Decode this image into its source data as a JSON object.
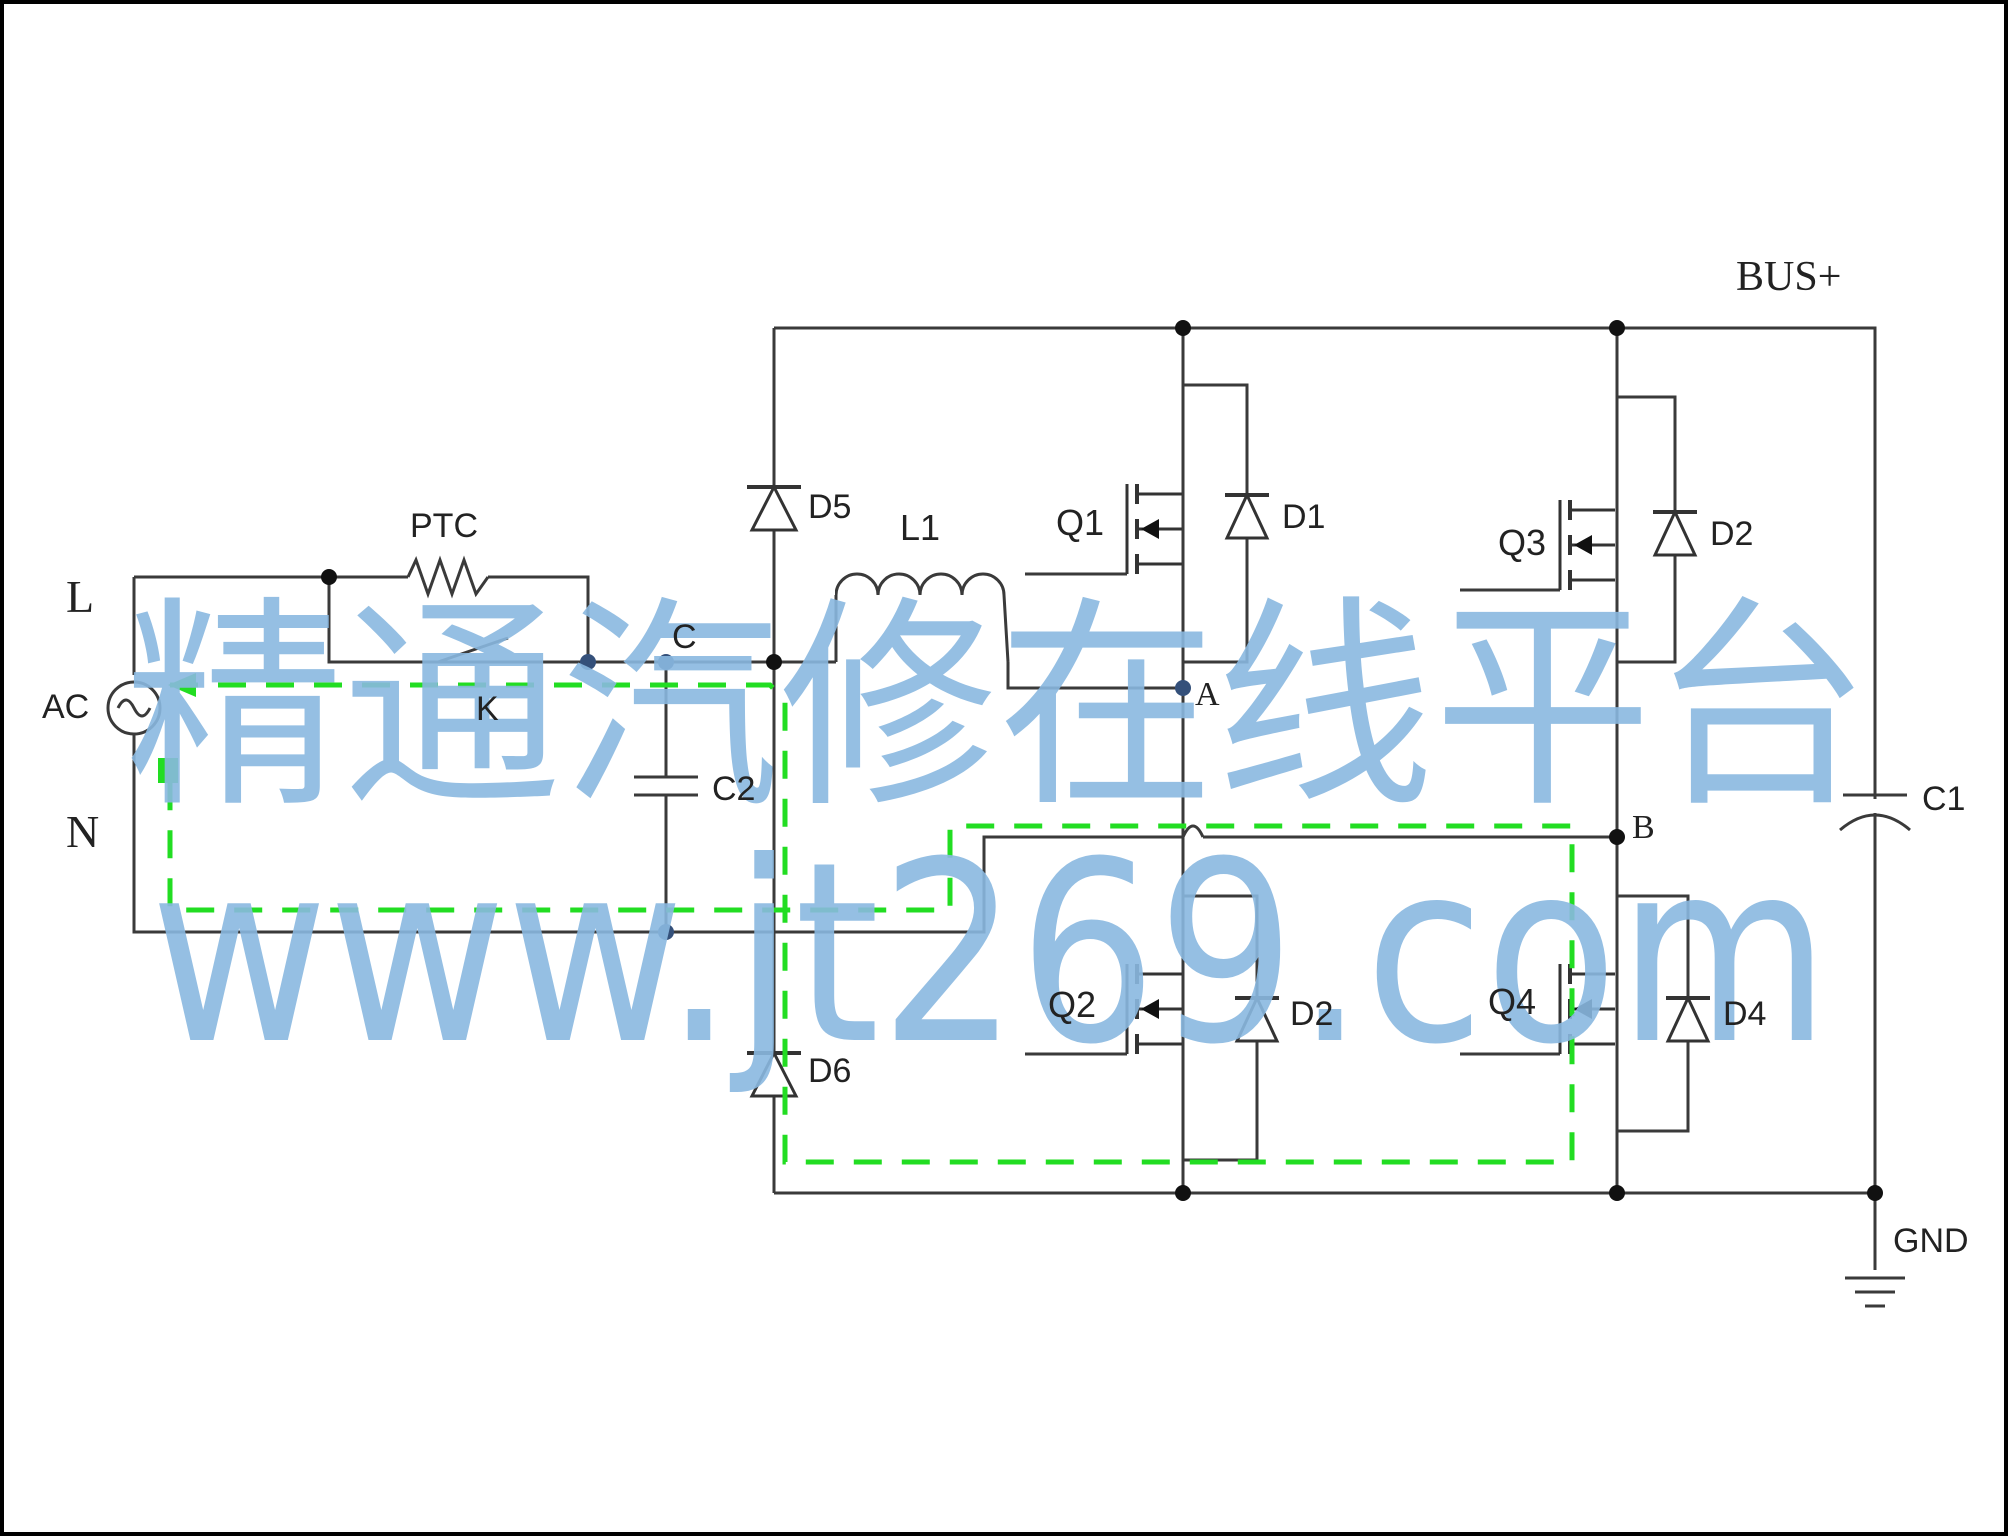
{
  "labels": {
    "bus_plus": "BUS+",
    "gnd": "GND",
    "line_L": "L",
    "neutral_N": "N",
    "ac_source": "AC",
    "ptc": "PTC",
    "relay_k": "K",
    "node_c": "C",
    "node_a": "A",
    "node_b": "B",
    "capacitor_c1": "C1",
    "capacitor_c2": "C2",
    "inductor_l1": "L1",
    "mosfet_q1": "Q1",
    "mosfet_q2": "Q2",
    "mosfet_q3": "Q3",
    "mosfet_q4": "Q4",
    "diode_d1": "D1",
    "diode_d2_top": "D2",
    "diode_d2_bottom": "D2",
    "diode_d4": "D4",
    "diode_d5": "D5",
    "diode_d6": "D6"
  },
  "watermark": {
    "line1": "精通汽修在线平台",
    "line2": "www.jt269.com"
  },
  "colors": {
    "wire": "#3a3a3a",
    "current_path": "#22dd22",
    "watermark": "#8ab8e0",
    "frame": "#000000"
  }
}
